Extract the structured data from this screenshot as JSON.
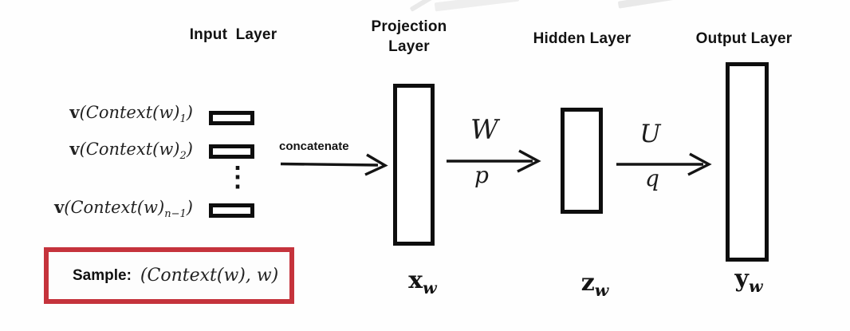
{
  "headers": {
    "input": "Input Layer",
    "projection_line1": "Projection",
    "projection_line2": "Layer",
    "hidden": "Hidden Layer",
    "output": "Output Layer"
  },
  "input": {
    "vectors": [
      {
        "prefix": "v",
        "body": "(Context(w)",
        "sub": "1",
        "suffix": ")"
      },
      {
        "prefix": "v",
        "body": "(Context(w)",
        "sub": "2",
        "suffix": ")"
      },
      {
        "prefix": "v",
        "body": "(Context(w)",
        "sub": "n−1",
        "suffix": ")"
      }
    ],
    "ellipsis": "⋮"
  },
  "concatenate": {
    "label": "concatenate"
  },
  "transforms": {
    "projection_to_hidden": {
      "matrix": "W",
      "func": "p"
    },
    "hidden_to_output": {
      "matrix": "U",
      "func": "q"
    }
  },
  "nodes": {
    "projection": {
      "symbol": "x",
      "sub": "w"
    },
    "hidden": {
      "symbol": "z",
      "sub": "w"
    },
    "output": {
      "symbol": "y",
      "sub": "w"
    }
  },
  "sample": {
    "label": "Sample:",
    "expression": "(Context(w), w)"
  },
  "colors": {
    "ink": "#141414",
    "sample_border": "#c5333c",
    "background": "#fefefe"
  }
}
